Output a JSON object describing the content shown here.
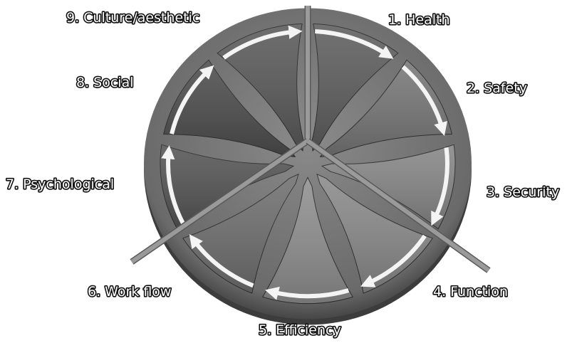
{
  "diagram": {
    "segments": [
      {
        "label": "1. Health",
        "shade": "#5e5e5e"
      },
      {
        "label": "2. Safety",
        "shade": "#777777"
      },
      {
        "label": "3. Security",
        "shade": "#868686"
      },
      {
        "label": "4. Function",
        "shade": "#8a8a8a"
      },
      {
        "label": "5. Efficiency",
        "shade": "#8f8f8f"
      },
      {
        "label": "6. Work flow",
        "shade": "#6f6f6f"
      },
      {
        "label": "7. Psychological",
        "shade": "#555555"
      },
      {
        "label": "8. Social",
        "shade": "#4d4d4d"
      },
      {
        "label": "9. Culture/aesthetic",
        "shade": "#5a5a5a"
      }
    ],
    "colors": {
      "rim": "#6a6a6a",
      "rim_dark": "#3c3c3c",
      "arrow": "#f4f4f4",
      "spoke": "#9a9a9a"
    }
  }
}
